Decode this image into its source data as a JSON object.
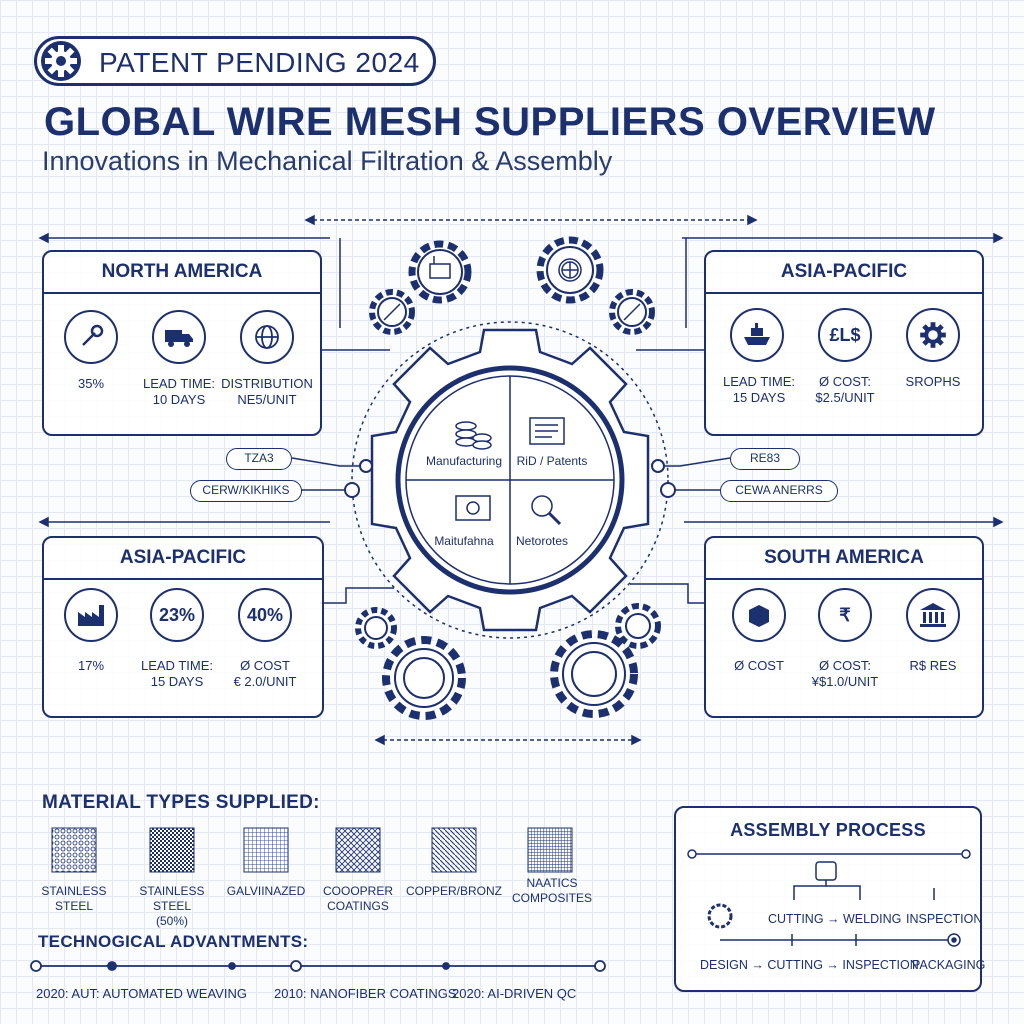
{
  "header": {
    "badge_label": "PATENT PENDING 2024",
    "title": "GLOBAL WIRE MESH SUPPLIERS OVERVIEW",
    "subtitle": "Innovations in Mechanical Filtration & Assembly"
  },
  "colors": {
    "primary": "#1c2f6e",
    "grid": "#e3e8f1",
    "background": "#fbfcfe"
  },
  "panels": {
    "north_america": {
      "title": "NORTH AMERICA",
      "icons": [
        "wrench-icon",
        "truck-icon",
        "globe-icon"
      ],
      "captions": [
        "35%",
        "LEAD TIME:\n10 DAYS",
        "DISTRIBUTION\nNE5/UNIT"
      ]
    },
    "asia_pacific_top": {
      "title": "ASIA-PACIFIC",
      "icons": [
        "ship-icon",
        "coins-icon",
        "gear-icon"
      ],
      "circle_texts": [
        "",
        "£L$",
        ""
      ],
      "captions": [
        "LEAD TIME:\n15 DAYS",
        "Ø COST:\n$2.5/UNIT",
        "SROPHS"
      ]
    },
    "asia_pacific_bottom": {
      "title": "ASIA-PACIFIC",
      "icons": [
        "factory-icon",
        "",
        ""
      ],
      "circle_texts": [
        "",
        "23%",
        "40%"
      ],
      "captions": [
        "17%",
        "LEAD TIME:\n15 DAYS",
        "Ø COST\n€ 2.0/UNIT"
      ]
    },
    "south_america": {
      "title": "SOUTH AMERICA",
      "icons": [
        "box-icon",
        "currency-icon",
        "bank-icon"
      ],
      "circle_texts": [
        "",
        "₹",
        ""
      ],
      "captions": [
        "Ø COST",
        "Ø COST:\n¥$1.0/UNIT",
        "R$ RES"
      ]
    }
  },
  "center": {
    "quadrants": [
      "Manufacturing",
      "RiD / Patents",
      "Maitufahna",
      "Netorotes"
    ],
    "pills_left": [
      "TZA3",
      "CERW/KIKHIKS"
    ],
    "pills_right": [
      "RE83",
      "CEWA ANERRS"
    ]
  },
  "materials": {
    "heading": "MATERIAL TYPES SUPPLIED:",
    "items": [
      "STAINLESS STEEL",
      "STAINLESS STEEL\n(50%)",
      "GALVIINAZED",
      "COOOPRER\nCOATINGS",
      "COPPER/BRONZ",
      "NAATICS\nCOMPOSITES"
    ]
  },
  "tech": {
    "heading": "TECHNOGICAL ADVANTMENTS:",
    "items": [
      "2020: AUT: AUTOMATED WEAVING",
      "2010: NANOFIBER COATINGS",
      "2020: AI-DRIVEN QC"
    ]
  },
  "assembly": {
    "title": "ASSEMBLY PROCESS",
    "row1": [
      "CUTTING → WELDING",
      "INSPECTION"
    ],
    "row2": [
      "DESIGN → CUTTING → INSPECTION",
      "PACKAGING"
    ]
  }
}
